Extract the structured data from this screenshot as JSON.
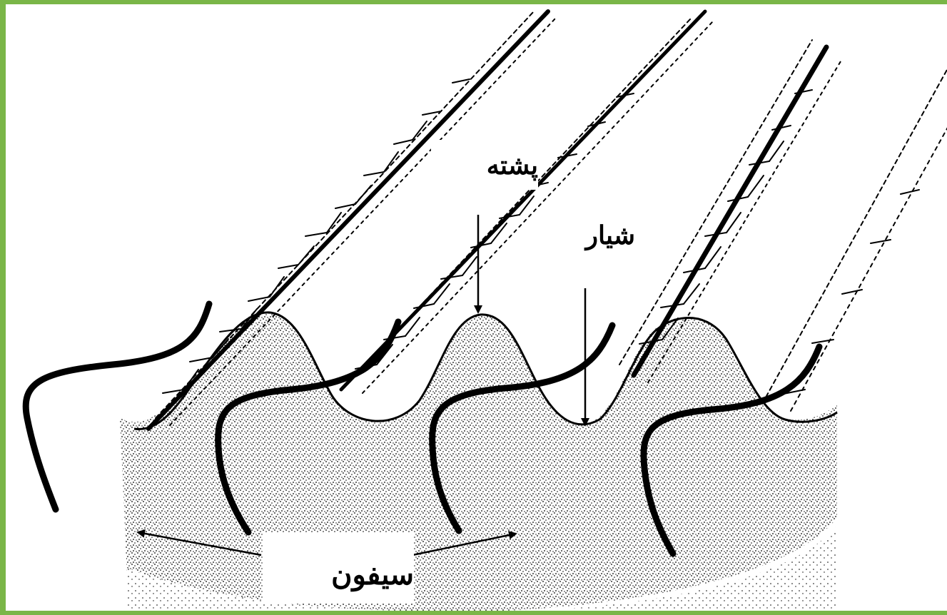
{
  "labels": {
    "ridge": "پشته",
    "furrow": "شیار",
    "siphon": "سیفون"
  },
  "colors": {
    "frame": "#7ab648",
    "ink": "#000000",
    "background": "#ffffff"
  }
}
